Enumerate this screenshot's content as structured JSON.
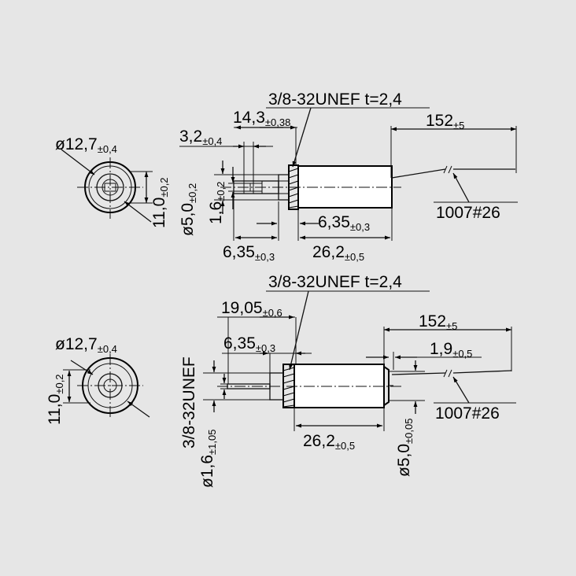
{
  "colors": {
    "background": "#e6e6e6",
    "ink": "#000000",
    "body": "#ffffff"
  },
  "top_view": {
    "thread_label": "3/8-32UNEF t=2,4",
    "overall_length": {
      "main": "14,3",
      "tol": "±0,38"
    },
    "pin_length": {
      "main": "3,2",
      "tol": "±0,4"
    },
    "lead_length": {
      "main": "152",
      "tol": "±5"
    },
    "wire": "1007#26",
    "shaft_dia": {
      "main": "ø5,0",
      "tol": "±0,2"
    },
    "pin_dia": {
      "main": "1,6",
      "tol": "±0,2"
    },
    "thread_len": {
      "main": "6,35",
      "tol": "±0,3"
    },
    "plunger_len": {
      "main": "6,35",
      "tol": "±0,3"
    },
    "body_len": {
      "main": "26,2",
      "tol": "±0,5"
    },
    "end_dia": {
      "main": "ø12,7",
      "tol": "±0,4"
    },
    "end_flat": {
      "main": "11,0",
      "tol": "±0,2"
    }
  },
  "bottom_view": {
    "thread_label": "3/8-32UNEF t=2,4",
    "overall_length": {
      "main": "19,05",
      "tol": "±0,6"
    },
    "thread_len": {
      "main": "6,35",
      "tol": "±0,3"
    },
    "lead_length": {
      "main": "152",
      "tol": "±5"
    },
    "lead_offset": {
      "main": "1,9",
      "tol": "±0,5"
    },
    "wire": "1007#26",
    "thread_vert": "3/8-32UNEF",
    "pin_dia": {
      "main": "ø1,6",
      "tol": "±1,05"
    },
    "body_len": {
      "main": "26,2",
      "tol": "±0,5"
    },
    "rear_dia": {
      "main": "ø5,0",
      "tol": "±0,05"
    },
    "end_dia": {
      "main": "ø12,7",
      "tol": "±0,4"
    },
    "end_flat": {
      "main": "11,0",
      "tol": "±0,2"
    }
  }
}
